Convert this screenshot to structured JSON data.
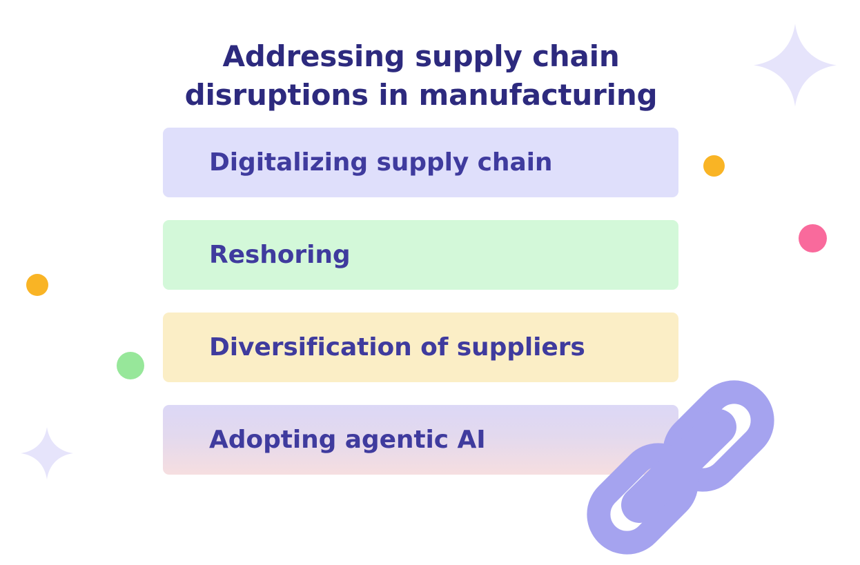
{
  "page": {
    "background_color": "#ffffff",
    "title_color": "#2d2a7e",
    "label_color": "#3f3b9e"
  },
  "title": {
    "line1": "Addressing supply chain",
    "line2": "disruptions in manufacturing",
    "full_text": "Addressing supply chain disruptions in manufacturing"
  },
  "bars": [
    {
      "label": "Digitalizing supply chain",
      "background_color": "#dfdffb",
      "text_color": "#3f3b9e"
    },
    {
      "label": "Reshoring",
      "background_color": "#d3f8d9",
      "text_color": "#3f3b9e"
    },
    {
      "label": "Diversification of suppliers",
      "background_color": "#fbeec6",
      "text_color": "#3f3b9e"
    },
    {
      "label": "Adopting agentic AI",
      "background_color": "linear-gradient lavender to pink",
      "gradient_start": "#dcd8f6",
      "gradient_end": "#f6dee0",
      "text_color": "#3f3b9e"
    }
  ],
  "decorations": {
    "dots": [
      {
        "name": "amber-dot-right",
        "color": "#f9b425"
      },
      {
        "name": "pink-dot-right",
        "color": "#f96a9c"
      },
      {
        "name": "amber-dot-left",
        "color": "#f9b425"
      },
      {
        "name": "green-dot-left",
        "color": "#97e79a"
      }
    ],
    "sparkles": [
      {
        "name": "sparkle-top-right",
        "color": "#e6e4fb"
      },
      {
        "name": "sparkle-bottom-left",
        "color": "#e6e4fb"
      }
    ],
    "chain_icon": {
      "name": "chain-link-icon",
      "color": "#a5a3ef",
      "description": "two interlocking chain links"
    }
  }
}
